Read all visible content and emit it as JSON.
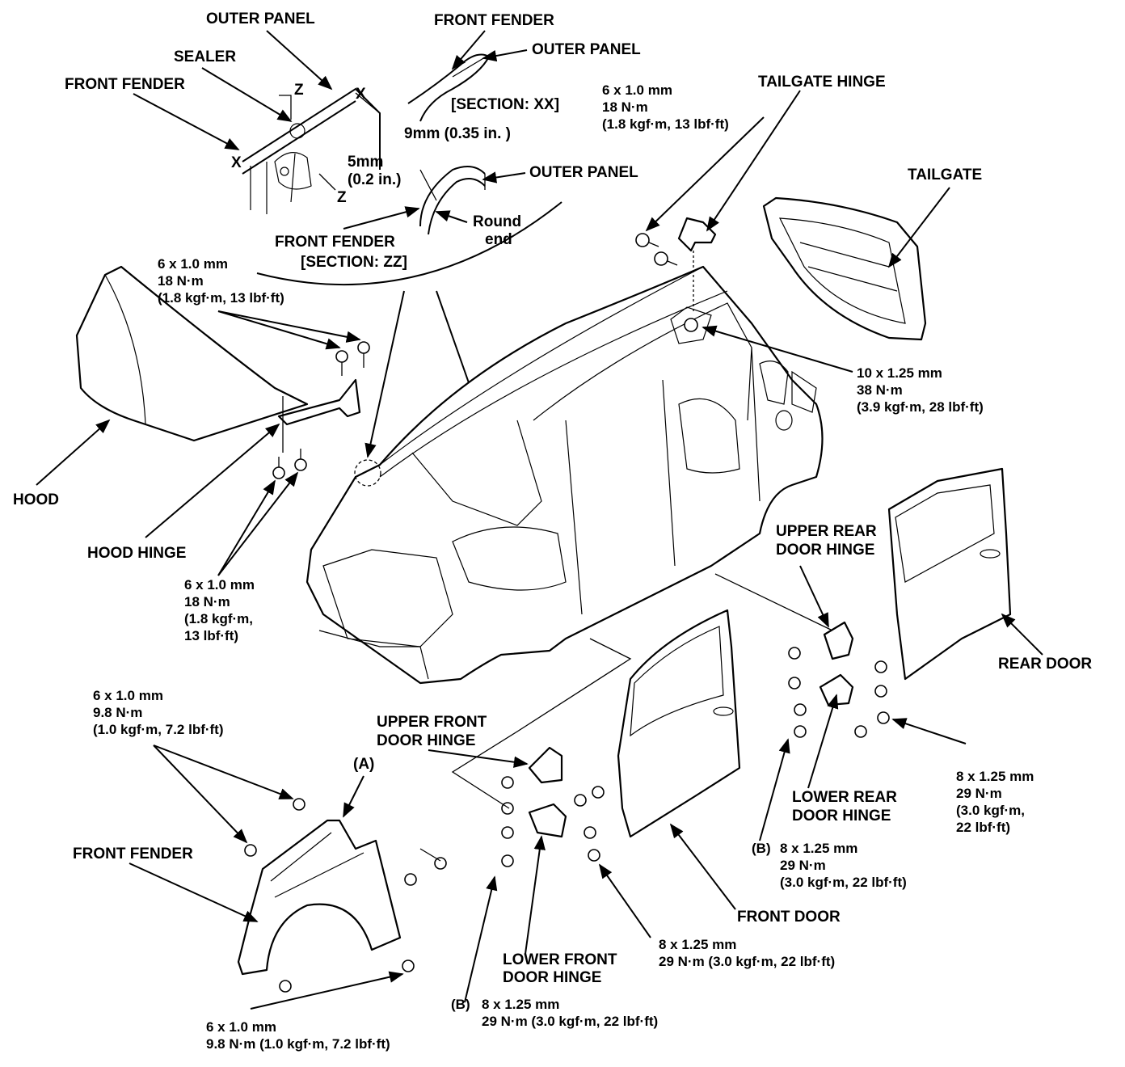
{
  "labels": {
    "outer_panel_top": "OUTER PANEL",
    "sealer": "SEALER",
    "front_fender_top_left": "FRONT FENDER",
    "front_fender_top_mid": "FRONT FENDER",
    "outer_panel_xx": "OUTER PANEL",
    "section_xx": "[SECTION: XX]",
    "dim_9mm": "9mm (0.35 in. )",
    "dim_5mm_1": "5mm",
    "dim_5mm_2": "(0.2 in.)",
    "outer_panel_zz": "OUTER PANEL",
    "round_end_1": "Round",
    "round_end_2": "end",
    "front_fender_zz": "FRONT FENDER",
    "section_zz": "[SECTION: ZZ]",
    "mark_x1": "X",
    "mark_x2": "X",
    "mark_z1": "Z",
    "mark_z2": "Z",
    "tailgate_hinge": "TAILGATE HINGE",
    "tailgate": "TAILGATE",
    "hood": "HOOD",
    "hood_hinge": "HOOD HINGE",
    "upper_rear_door_hinge_1": "UPPER REAR",
    "upper_rear_door_hinge_2": "DOOR HINGE",
    "rear_door": "REAR DOOR",
    "upper_front_door_hinge_1": "UPPER FRONT",
    "upper_front_door_hinge_2": "DOOR HINGE",
    "front_fender_bottom": "FRONT FENDER",
    "mark_a": "(A)",
    "lower_rear_door_hinge_1": "LOWER REAR",
    "lower_rear_door_hinge_2": "DOOR HINGE",
    "front_door": "FRONT DOOR",
    "lower_front_door_hinge_1": "LOWER FRONT",
    "lower_front_door_hinge_2": "DOOR HINGE"
  },
  "specs": {
    "tailgate_hinge_bolt": [
      "6 x 1.0 mm",
      "18 N·m",
      "(1.8 kgf·m, 13 lbf·ft)"
    ],
    "hood_bolt_upper": [
      "6 x 1.0 mm",
      "18 N·m",
      "(1.8 kgf·m, 13 lbf·ft)"
    ],
    "tailgate_nut": [
      "10 x 1.25 mm",
      "38 N·m",
      "(3.9 kgf·m, 28 lbf·ft)"
    ],
    "hood_bolt_lower": [
      "6 x 1.0 mm",
      "18 N·m",
      "(1.8 kgf·m,",
      "13 lbf·ft)"
    ],
    "fender_bolt_top": [
      "6 x 1.0 mm",
      "9.8 N·m",
      "(1.0 kgf·m, 7.2 lbf·ft)"
    ],
    "rear_door_hinge_bolt": [
      "8 x 1.25 mm",
      "29 N·m",
      "(3.0 kgf·m,",
      "22 lbf·ft)"
    ],
    "rear_hinge_b_mark": "(B)",
    "rear_hinge_b": [
      "8 x 1.25 mm",
      "29 N·m",
      "(3.0 kgf·m, 22 lbf·ft)"
    ],
    "front_door_hinge_bolt": [
      "8 x 1.25 mm",
      "29 N·m (3.0 kgf·m, 22 lbf·ft)"
    ],
    "front_hinge_b_mark": "(B)",
    "front_hinge_b": [
      "8 x 1.25 mm",
      "29 N·m (3.0 kgf·m, 22 lbf·ft)"
    ],
    "fender_bolt_bottom": [
      "6 x 1.0 mm",
      "9.8 N·m (1.0 kgf·m, 7.2 lbf·ft)"
    ]
  }
}
